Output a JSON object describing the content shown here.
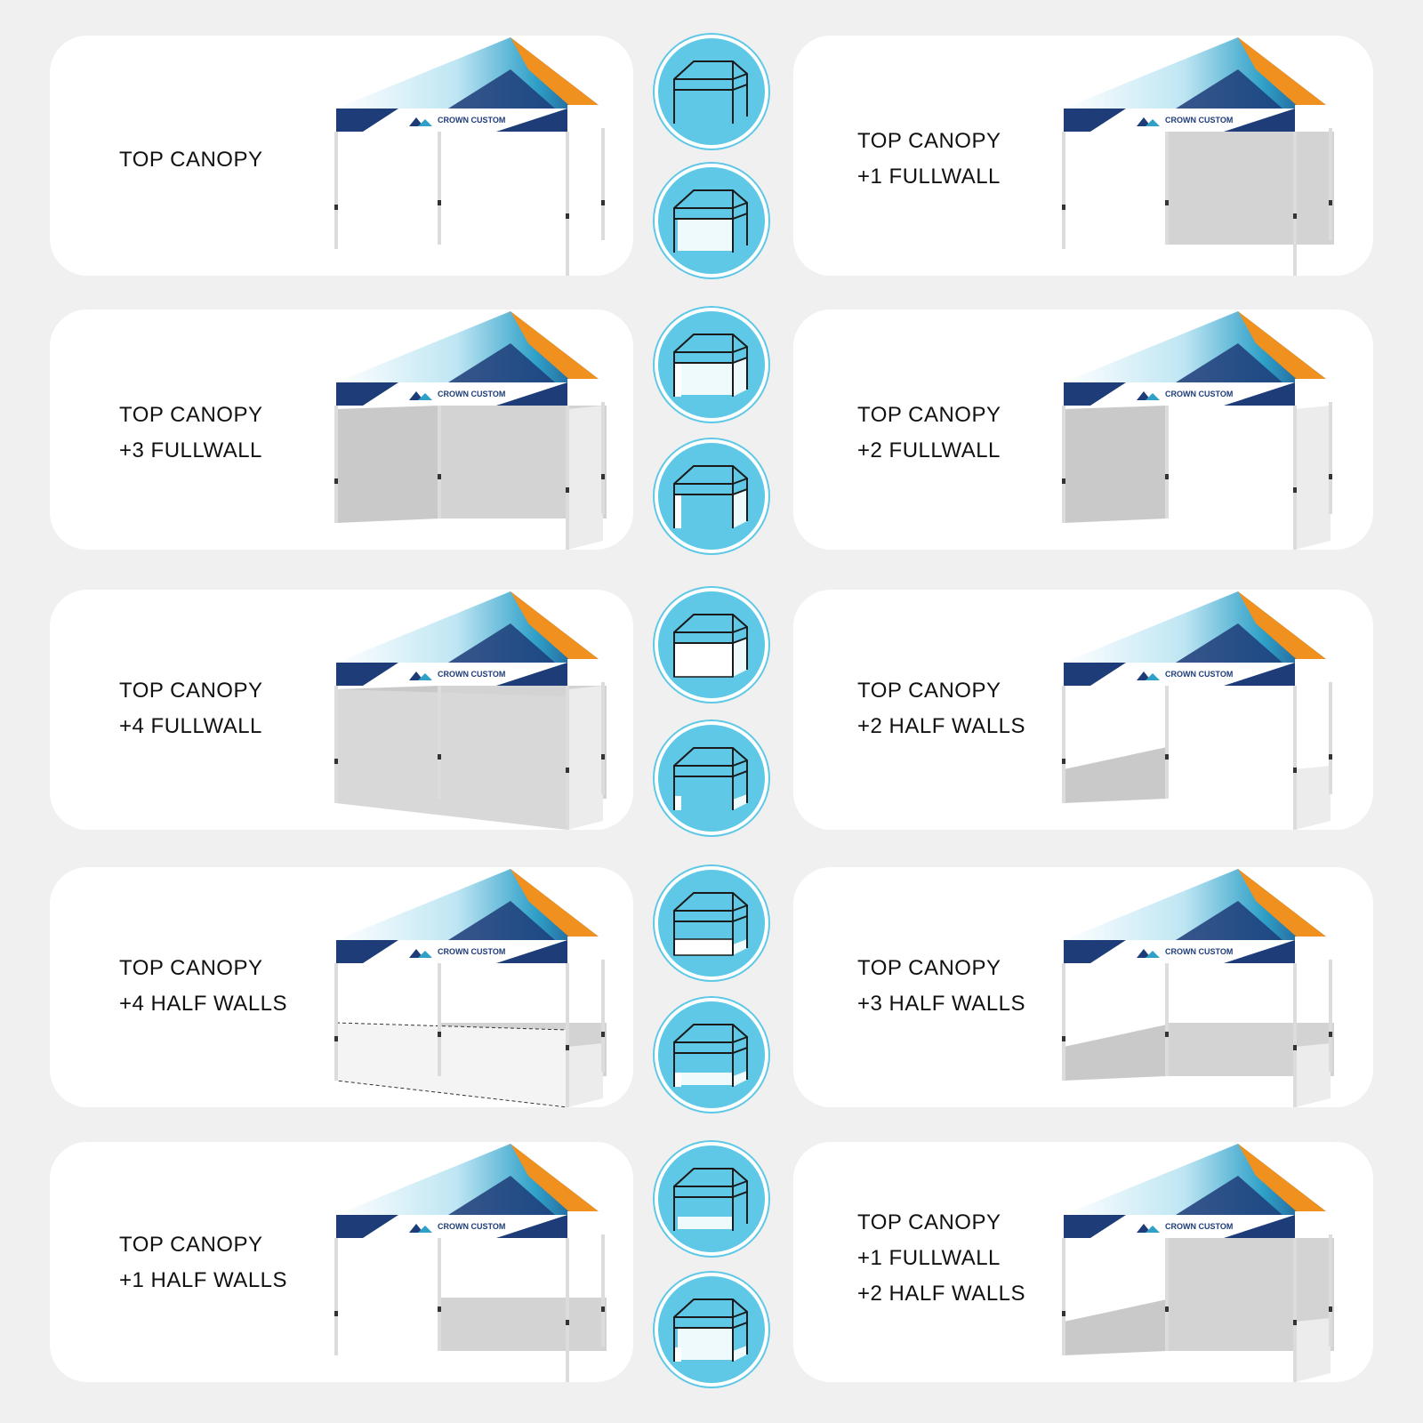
{
  "brand": {
    "logo_text": "CROWN CUSTOM",
    "colors": {
      "accent_blue": "#5ec8e6",
      "canopy_navy": "#1d3c78",
      "canopy_teal": "#2fa0c8",
      "canopy_orange": "#f0901e",
      "wall_gray": "#d3d3d3",
      "card_bg": "#ffffff",
      "page_bg": "#f0f0f0"
    }
  },
  "options": [
    {
      "lines": [
        "TOP CANOPY"
      ],
      "icon": "frame-only-icon",
      "walls": "none"
    },
    {
      "lines": [
        "TOP CANOPY",
        "+1 FULLWALL"
      ],
      "icon": "one-fullwall-icon",
      "walls": "back-full"
    },
    {
      "lines": [
        "TOP CANOPY",
        "+3 FULLWALL"
      ],
      "icon": "three-fullwall-icon",
      "walls": "back-left-right-full"
    },
    {
      "lines": [
        "TOP CANOPY",
        "+2 FULLWALL"
      ],
      "icon": "two-fullwall-icon",
      "walls": "left-right-full"
    },
    {
      "lines": [
        "TOP CANOPY",
        "+4 FULLWALL"
      ],
      "icon": "four-fullwall-icon",
      "walls": "all-full"
    },
    {
      "lines": [
        "TOP CANOPY",
        "+2 HALF WALLS"
      ],
      "icon": "two-halfwall-icon",
      "walls": "left-right-half"
    },
    {
      "lines": [
        "TOP CANOPY",
        "+4 HALF WALLS"
      ],
      "icon": "four-halfwall-icon",
      "walls": "all-half"
    },
    {
      "lines": [
        "TOP CANOPY",
        "+3 HALF WALLS"
      ],
      "icon": "three-halfwall-icon",
      "walls": "back-left-right-half"
    },
    {
      "lines": [
        "TOP CANOPY",
        "+1 HALF WALLS"
      ],
      "icon": "one-halfwall-icon",
      "walls": "back-half"
    },
    {
      "lines": [
        "TOP CANOPY",
        "+1 FULLWALL",
        "+2 HALF WALLS"
      ],
      "icon": "fullwall-halfwalls-icon",
      "walls": "back-full-sides-half"
    }
  ]
}
